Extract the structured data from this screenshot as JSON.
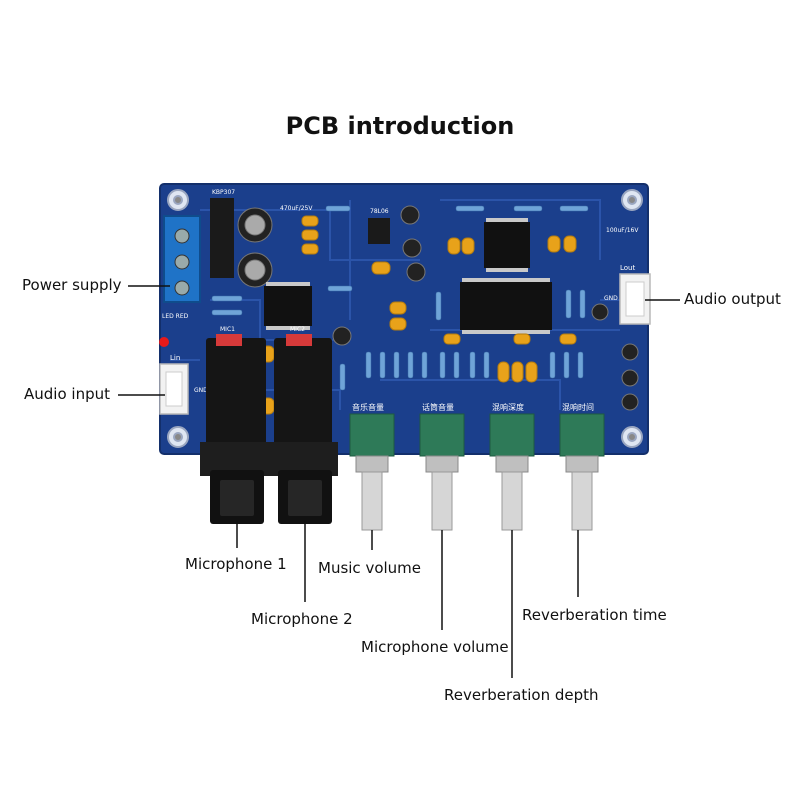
{
  "title": "PCB introduction",
  "labels": {
    "power_supply": "Power supply",
    "audio_input": "Audio input",
    "audio_output": "Audio output",
    "microphone_1": "Microphone 1",
    "microphone_2": "Microphone 2",
    "music_volume": "Music volume",
    "microphone_volume": "Microphone volume",
    "reverberation_depth": "Reverberation depth",
    "reverberation_time": "Reverberation time"
  },
  "silkscreen": {
    "kbp": "KBP307",
    "reg": "78L06",
    "cap1": "100uF/16V",
    "cap2": "470uF/25V",
    "lin": "Lin",
    "lout": "Lout",
    "gnd": "GND",
    "led": "LED RED",
    "mic1": "MIC1",
    "mic2": "MIC2",
    "pot1": "音乐音量",
    "pot2": "话筒音量",
    "pot3": "混响深度",
    "pot4": "混响时间"
  },
  "colors": {
    "board": "#1b3f8c",
    "board_dark": "#132f6b",
    "trace": "#2d57ad",
    "terminal": "#1f73c7",
    "cap_yellow": "#e8a21a",
    "pot_green": "#2e7a58",
    "jack": "#111111",
    "jack_red": "#d63a3a",
    "header": "#f2f2f2",
    "led": "#e81a1a",
    "chip": "#111111",
    "line": "#111111"
  }
}
